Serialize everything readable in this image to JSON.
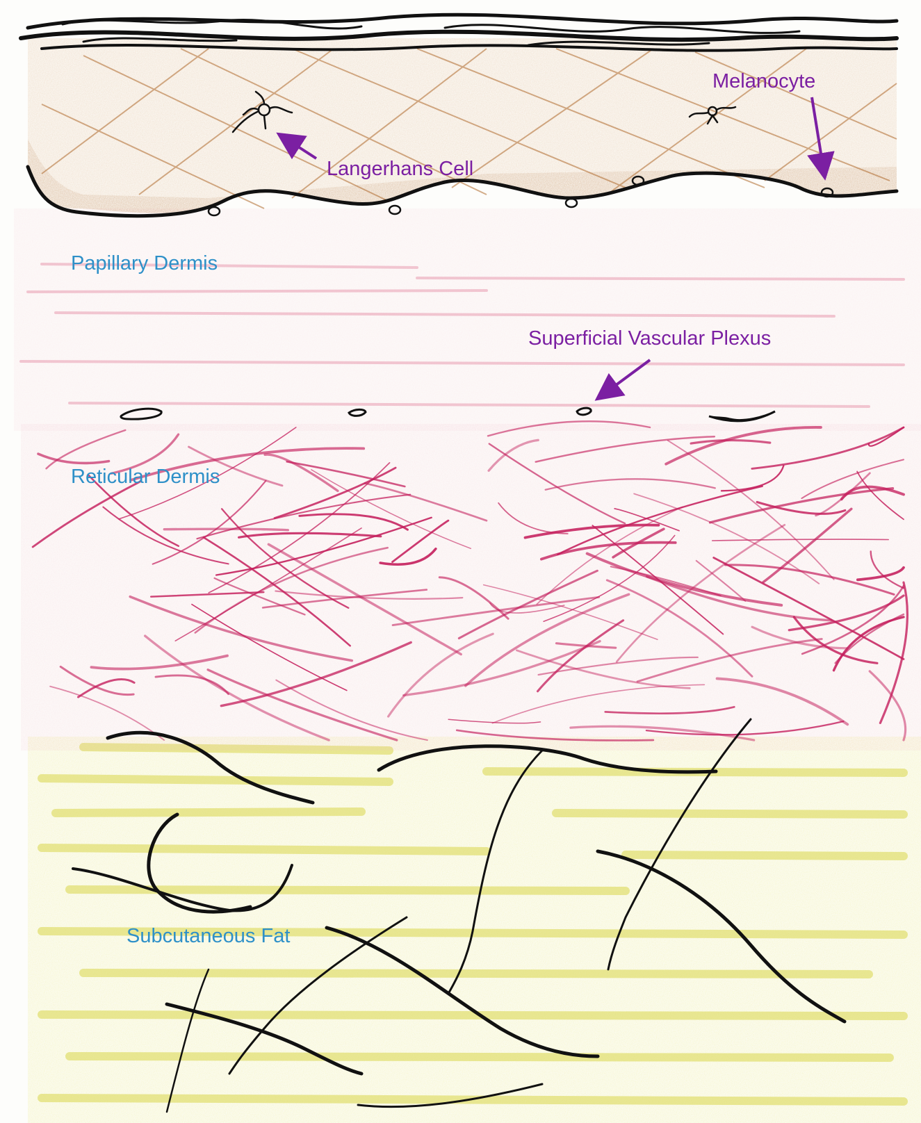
{
  "colors": {
    "background": "#fdfdfb",
    "stratum_corneum": "#111111",
    "epidermis": "#c98a4e",
    "epidermis_dark": "#a8672e",
    "papillary_dermis": "#e58aa3",
    "reticular_fibers": "#c41e5c",
    "subcutaneous_fat": "#d9d62a",
    "septa": "#111111",
    "annotation": "#7b1fa2",
    "layer_label": "#2e90c8"
  },
  "labels": {
    "melanocyte": "Melanocyte",
    "langerhans_cell": "Langerhans Cell",
    "papillary_dermis": "Papillary Dermis",
    "superficial_vascular_plexus": "Superficial Vascular Plexus",
    "reticular_dermis": "Reticular Dermis",
    "subcutaneous_fat": "Subcutaneous Fat"
  }
}
